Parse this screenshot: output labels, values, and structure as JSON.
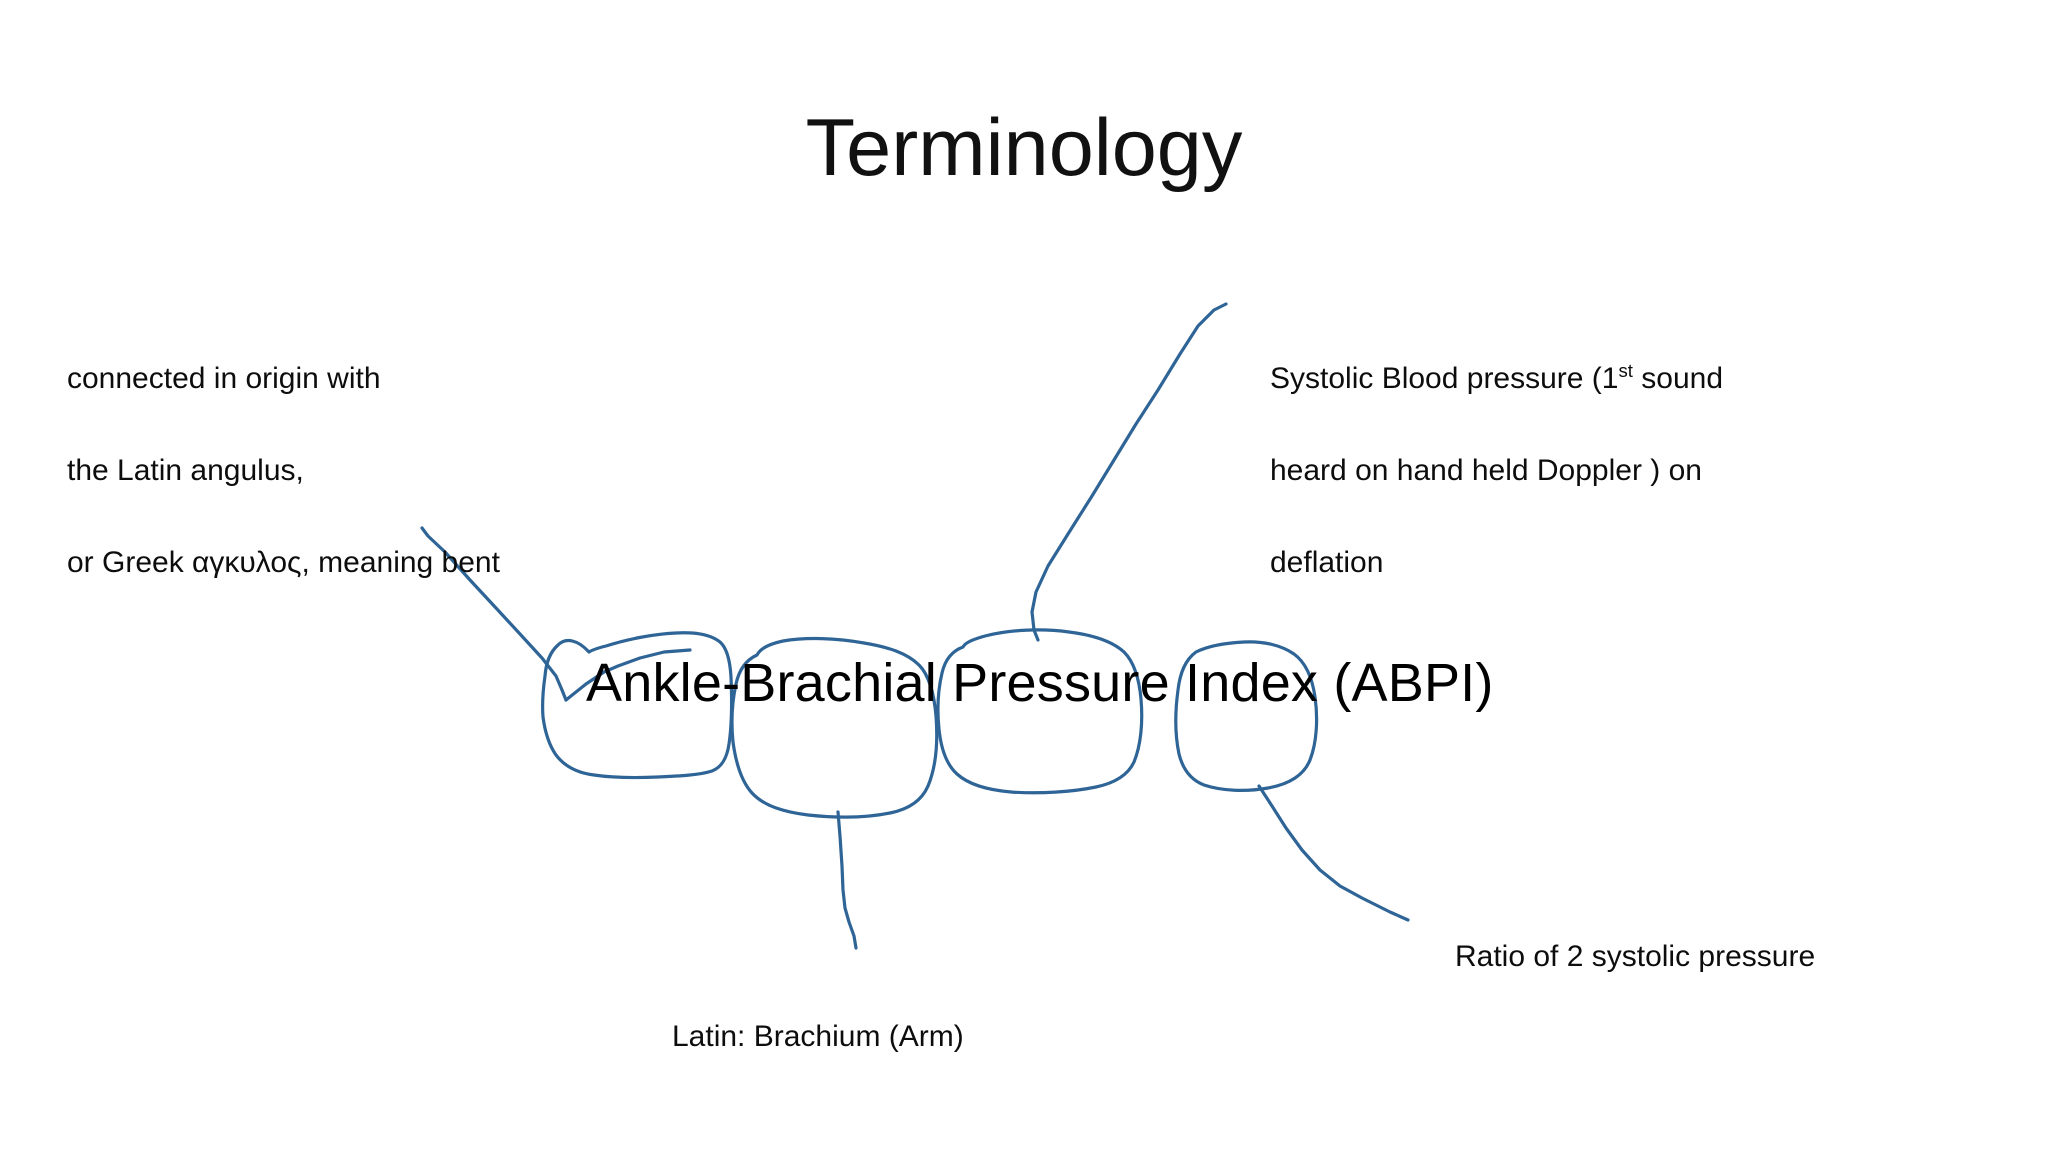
{
  "slide": {
    "title": "Terminology",
    "background_color": "#ffffff",
    "text_color": "#000000",
    "ink_color": "#2e6496"
  },
  "phrase": {
    "full_text": "Ankle-Brachial Pressure Index (ABPI)",
    "circled_terms": [
      "Ankle",
      "Brachial",
      "Pressure",
      "Index"
    ]
  },
  "notes": {
    "origin": {
      "lines": [
        "connected in origin with",
        "the Latin angulus,",
        "or Greek αγκυλος, meaning bent"
      ],
      "target": "Ankle"
    },
    "systolic": {
      "line1_a": "Systolic Blood pressure (1",
      "line1_sup": "st",
      "line1_b": " sound",
      "line2": "heard on hand held Doppler ) on",
      "line3": "deflation",
      "target": "Pressure"
    },
    "ratio": {
      "text": "Ratio of 2 systolic pressure",
      "target": "Index"
    },
    "latin": {
      "text": "Latin: Brachium  (Arm)",
      "target": "Brachial"
    }
  },
  "ink": {
    "stroke_color": "#2e6496",
    "stroke_width": 3,
    "annotations": [
      "circle-ankle",
      "circle-brachial",
      "circle-pressure",
      "circle-index",
      "leader-ankle-to-origin-note",
      "leader-pressure-to-systolic-note",
      "leader-brachial-to-latin-note",
      "leader-index-to-ratio-note"
    ]
  }
}
